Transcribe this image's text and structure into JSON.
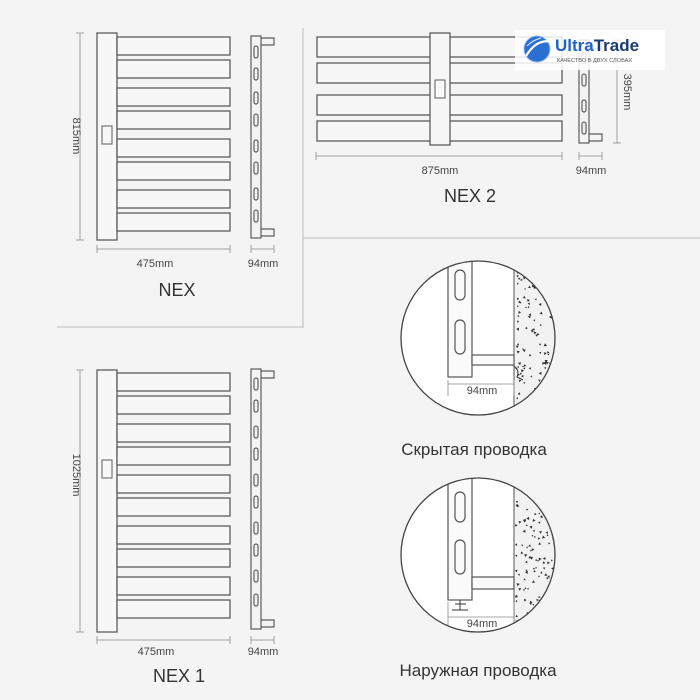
{
  "brand": {
    "name": "UltraTrade",
    "name_part1": "Ultra",
    "name_part2": "Trade",
    "tagline": "КАЧЕСТВО В ДВУХ СЛОВАХ",
    "accent_color": "#1e63c8",
    "logo_icon": "globe-swoosh-icon"
  },
  "models": {
    "nex": {
      "title": "NEX",
      "height_label": "815mm",
      "width_label": "475mm",
      "depth_label": "94mm",
      "bar_count": 8
    },
    "nex2": {
      "title": "NEX 2",
      "height_label": "395mm",
      "width_label": "875mm",
      "depth_label": "94mm",
      "bar_count": 4
    },
    "nex1": {
      "title": "NEX 1",
      "height_label": "1025mm",
      "width_label": "475mm",
      "depth_label": "94mm",
      "bar_count": 10
    }
  },
  "wiring": {
    "hidden": {
      "caption": "Скрытая проводка",
      "depth_label": "94mm"
    },
    "external": {
      "caption": "Наружная проводка",
      "depth_label": "94mm"
    }
  },
  "colors": {
    "line": "#5c5c5c",
    "fill": "#f7f7f7",
    "dim": "#8a8a8a",
    "divider": "#bdbdbd",
    "text": "#333333"
  }
}
